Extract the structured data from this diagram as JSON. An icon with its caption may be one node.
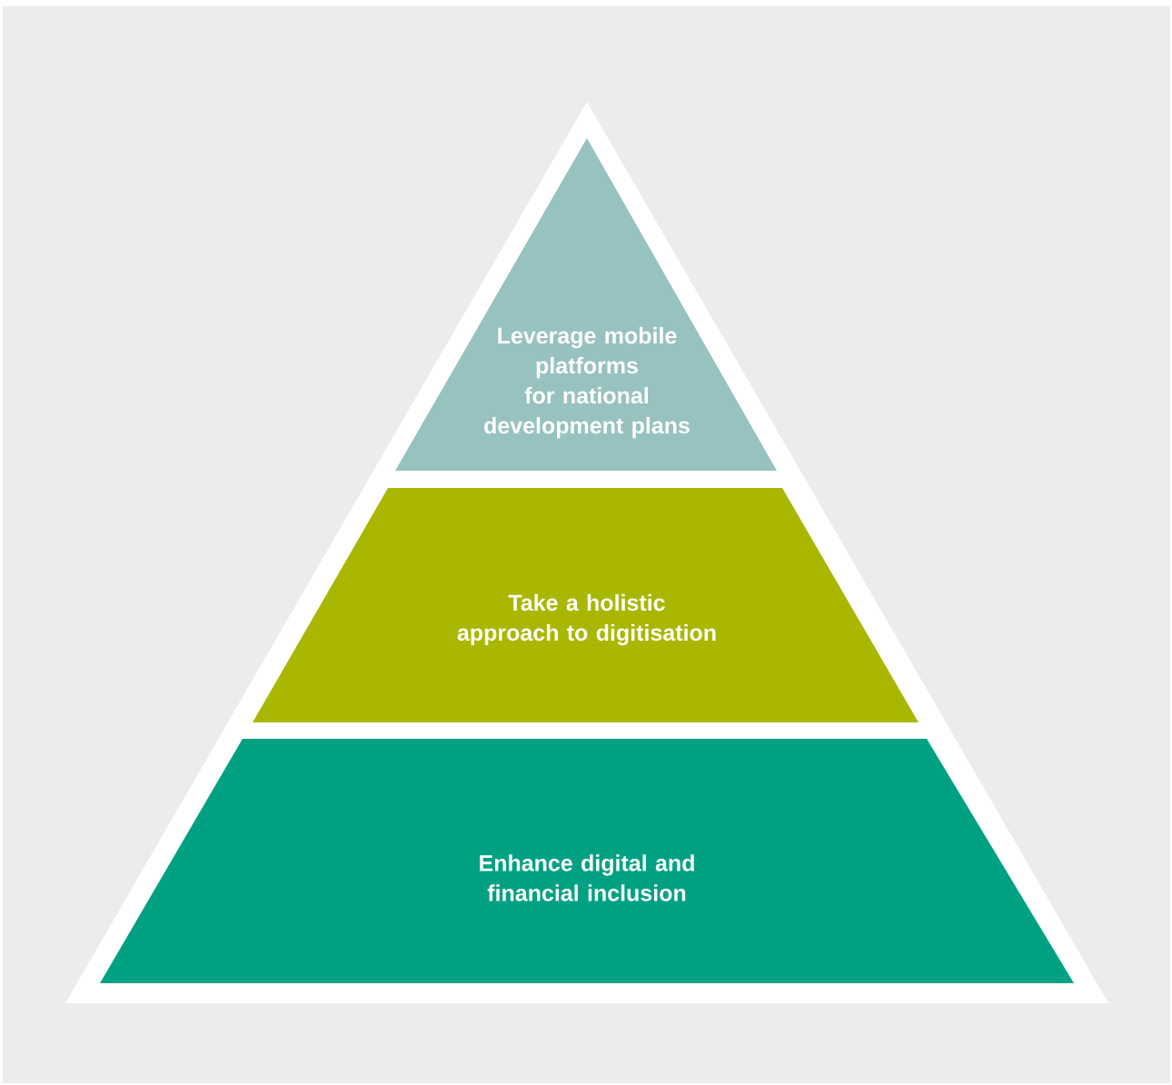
{
  "diagram": {
    "nodes": [
      {
        "text": [
          "Leverage mobile platforms for national development plans"
        ]
      },
      {
        "text": [
          "Take a holistic approach to digitisation"
        ]
      },
      {
        "text": [
          "Enhance digital and financial inclusion"
        ]
      }
    ]
  }
}
